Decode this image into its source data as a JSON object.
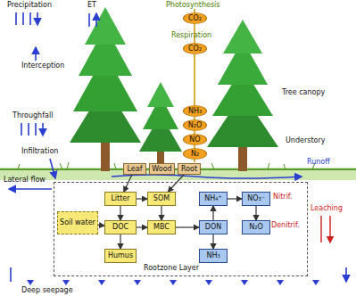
{
  "diagram": {
    "nodes": [
      {
        "text": [
          "CO₂"
        ]
      },
      {
        "text": [
          "CO₂"
        ]
      },
      {
        "text": [
          "NH₃"
        ]
      },
      {
        "text": [
          "N₂O"
        ]
      },
      {
        "text": [
          "NO"
        ]
      },
      {
        "text": [
          "N₂"
        ]
      },
      {
        "text": [
          "Leaf"
        ]
      },
      {
        "text": [
          "Wood"
        ]
      },
      {
        "text": [
          "Root"
        ]
      },
      {
        "text": [
          "Rootzone Layer"
        ]
      },
      {
        "text": [
          "Soil water"
        ],
        "in": 9
      },
      {
        "text": [
          "Litter"
        ],
        "in": 9
      },
      {
        "text": [
          "SOM"
        ],
        "in": 9
      },
      {
        "text": [
          "DOC"
        ],
        "in": 9
      },
      {
        "text": [
          "MBC"
        ],
        "in": 9
      },
      {
        "text": [
          "Humus"
        ],
        "in": 9
      },
      {
        "text": [
          "NH₄⁺"
        ],
        "in": 9
      },
      {
        "text": [
          "NO₃⁻"
        ],
        "in": 9
      },
      {
        "text": [
          "DON"
        ],
        "in": 9
      },
      {
        "text": [
          "N₂O"
        ],
        "in": 9
      },
      {
        "text": [
          "NH₃"
        ],
        "in": 9
      }
    ],
    "edges": [
      {
        "from": 6,
        "to": 11,
        "arrow": "to"
      },
      {
        "from": 8,
        "to": 12,
        "arrow": "to"
      },
      {
        "from": 11,
        "to": 12,
        "arrow": "to"
      },
      {
        "from": 11,
        "to": 13,
        "arrow": "to"
      },
      {
        "from": 12,
        "to": 14,
        "arrow": "to"
      },
      {
        "from": 13,
        "to": 14,
        "arrow": "to"
      },
      {
        "from": 13,
        "to": 15,
        "arrow": "to"
      },
      {
        "from": 14,
        "to": 18,
        "arrow": "to"
      },
      {
        "from": 10,
        "to": 13,
        "arrow": "to"
      },
      {
        "from": 18,
        "to": 16,
        "arrow": "to"
      },
      {
        "from": 16,
        "to": 17,
        "arrow": "to"
      },
      {
        "from": 17,
        "to": 19,
        "arrow": "to"
      },
      {
        "from": 18,
        "to": 20,
        "arrow": "to"
      }
    ],
    "labels": [
      "Precipitation",
      "ET",
      "Photosynthesis",
      "Respiration",
      "Interception",
      "Tree canopy",
      "Throughfall",
      "Infiltration",
      "Understory",
      "Runoff",
      "Lateral flow",
      "Leaching",
      "Nitrif.",
      "Denitrif.",
      "Deep seepage"
    ]
  }
}
